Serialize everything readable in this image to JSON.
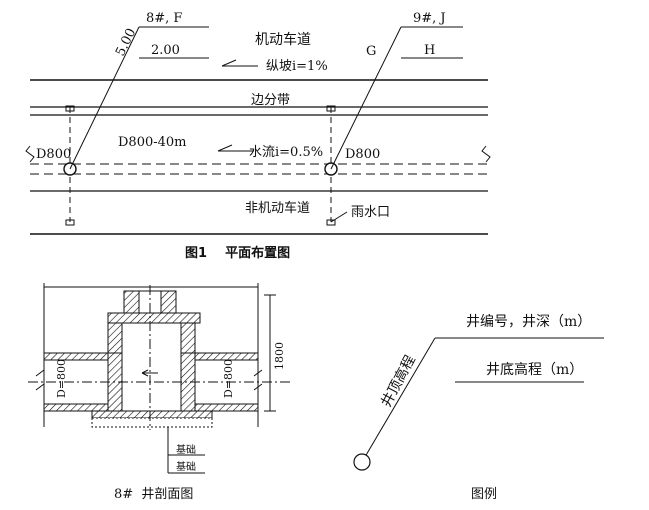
{
  "plan": {
    "left_well_label": "8#, F",
    "right_well_label": "9#, J",
    "left_top_elev": "5.00",
    "left_bottom_elev": "2.00",
    "g_label": "G",
    "h_label": "H",
    "motor_lane": "机动车道",
    "slope": "纵坡i=1%",
    "median": "边分带",
    "pipe_left": "D800",
    "pipe_spec": "D800-40m",
    "flow": "水流i=0.5%",
    "pipe_right": "D800",
    "nonmotor_lane": "非机动车道",
    "inlet": "雨水口",
    "caption": "图1    平面布置图"
  },
  "section": {
    "d_left": "D=800",
    "d_right": "D=800",
    "dim_1800": "1800",
    "base1": "基础",
    "base2": "基础",
    "caption": "8#  井剖面图"
  },
  "legend": {
    "well_no_depth": "井编号，井深（m）",
    "top_elev": "井顶高程",
    "bottom_elev": "井底高程（m）",
    "caption": "图例"
  }
}
